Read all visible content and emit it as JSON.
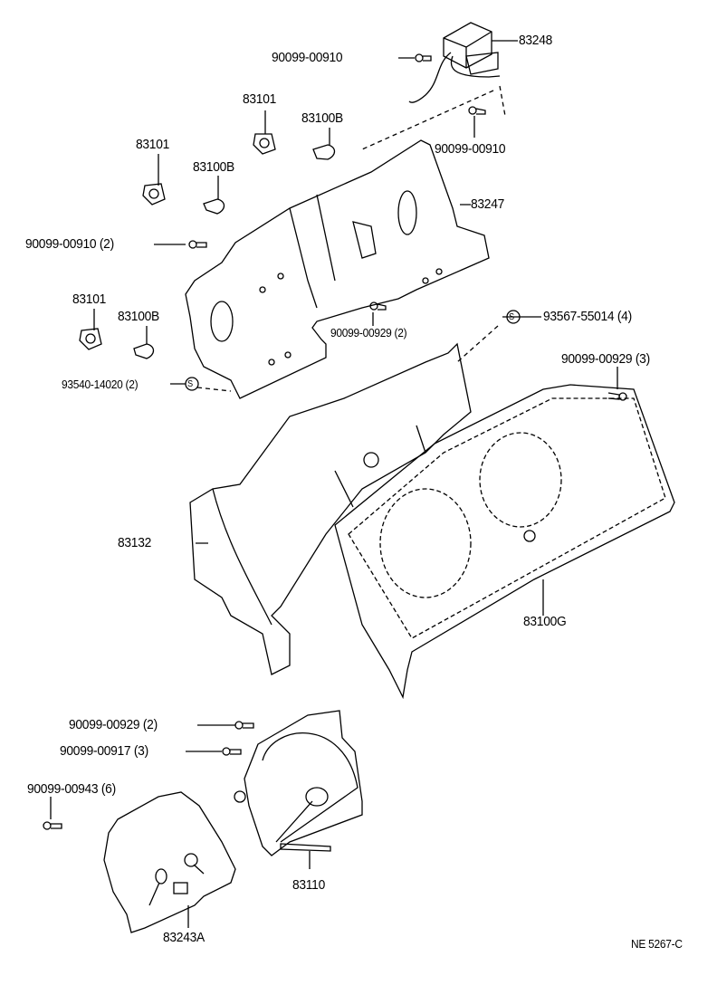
{
  "diagram": {
    "code": "NE 5267-C",
    "parts": [
      {
        "id": "p83248",
        "number": "83248"
      },
      {
        "id": "p90099-00910-a",
        "number": "90099-00910"
      },
      {
        "id": "p83101-a",
        "number": "83101"
      },
      {
        "id": "p83100B-a",
        "number": "83100B"
      },
      {
        "id": "p83101-b",
        "number": "83101"
      },
      {
        "id": "p83100B-b",
        "number": "83100B"
      },
      {
        "id": "p90099-00910-b",
        "number": "90099-00910"
      },
      {
        "id": "p83247",
        "number": "83247"
      },
      {
        "id": "p90099-00910-c",
        "number": "90099-00910 (2)"
      },
      {
        "id": "p83101-c",
        "number": "83101"
      },
      {
        "id": "p83100B-c",
        "number": "83100B"
      },
      {
        "id": "p90099-00929-a",
        "number": "90099-00929 (2)"
      },
      {
        "id": "p93567-55014",
        "number": "93567-55014 (4)"
      },
      {
        "id": "p90099-00929-b",
        "number": "90099-00929 (3)"
      },
      {
        "id": "p93540-14020",
        "number": "93540-14020 (2)"
      },
      {
        "id": "p83132",
        "number": "83132"
      },
      {
        "id": "p83100G",
        "number": "83100G"
      },
      {
        "id": "p90099-00929-c",
        "number": "90099-00929 (2)"
      },
      {
        "id": "p90099-00917",
        "number": "90099-00917 (3)"
      },
      {
        "id": "p90099-00943",
        "number": "90099-00943 (6)"
      },
      {
        "id": "p83110",
        "number": "83110"
      },
      {
        "id": "p83243A",
        "number": "83243A"
      }
    ],
    "symbol_s": "S"
  }
}
